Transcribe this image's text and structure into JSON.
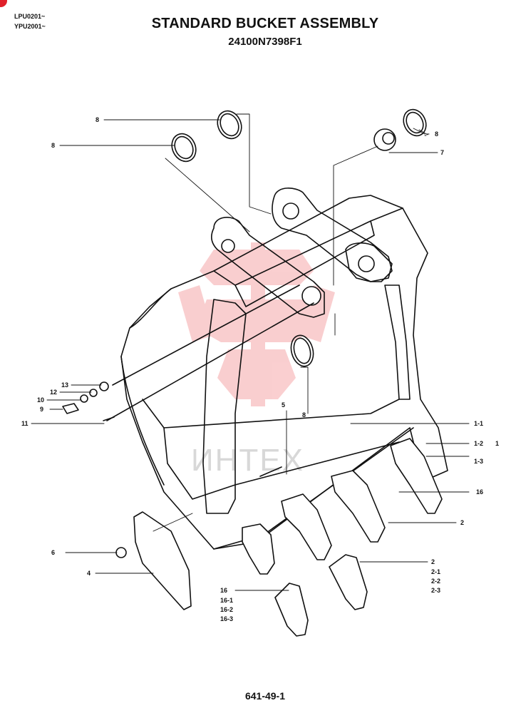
{
  "header": {
    "models": [
      "LPU0201~",
      "YPU2001~"
    ],
    "title": "STANDARD BUCKET ASSEMBLY",
    "part_number": "24100N7398F1"
  },
  "footer": {
    "page_number": "641-49-1"
  },
  "watermark": {
    "text": "ИНТЕХ",
    "color": "#e8232a"
  },
  "callouts": {
    "c8a": "8",
    "c8b": "8",
    "c8c": "8",
    "c8d": "8",
    "c7": "7",
    "c13": "13",
    "c12": "12",
    "c10": "10",
    "c9": "9",
    "c11": "11",
    "c5": "5",
    "c1_1": "1-1",
    "c1_2": "1-2",
    "c1": "1",
    "c1_3": "1-3",
    "c16a": "16",
    "c2a": "2",
    "c6": "6",
    "c4": "4",
    "c2b": "2",
    "c2_1": "2-1",
    "c2_2": "2-2",
    "c2_3": "2-3",
    "c16b": "16",
    "c16_1": "16-1",
    "c16_2": "16-2",
    "c16_3": "16-3"
  }
}
